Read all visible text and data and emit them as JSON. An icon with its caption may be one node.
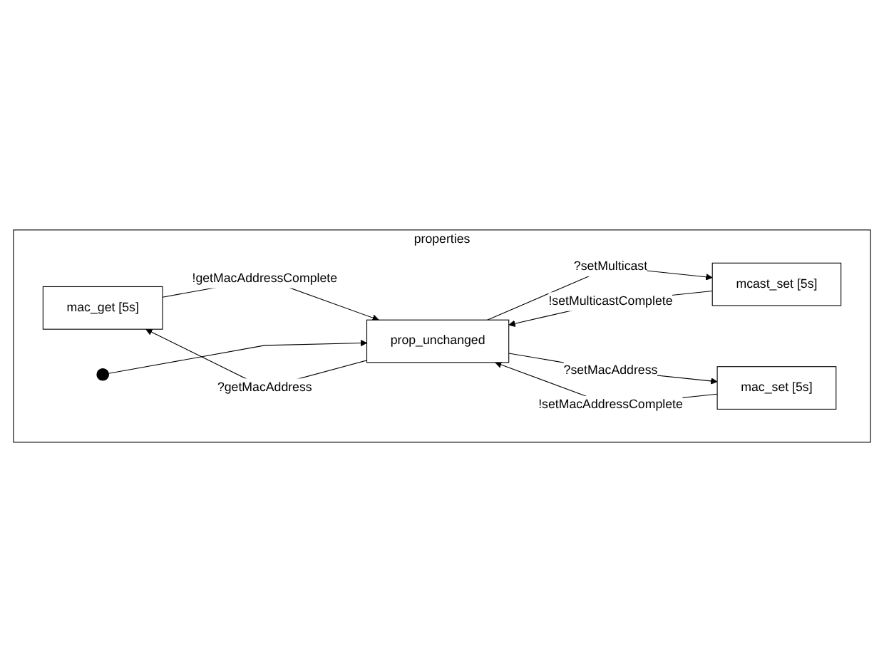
{
  "diagram": {
    "nodes": [
      {
        "text": [
          "properties"
        ]
      },
      {
        "text": [
          "mac_get [5s]"
        ],
        "in": 0
      },
      {
        "text": [
          "prop_unchanged"
        ],
        "in": 0
      },
      {
        "text": [
          "mcast_set [5s]"
        ],
        "in": 0
      },
      {
        "text": [
          "mac_set [5s]"
        ],
        "in": 0
      },
      {
        "text": [],
        "shape": "circle",
        "in": 0
      }
    ],
    "edges": [
      {
        "from": 2,
        "to": 1,
        "label": "?getMacAddress",
        "arrow": "to"
      },
      {
        "from": 1,
        "to": 2,
        "label": "!getMacAddressComplete",
        "arrow": "to"
      },
      {
        "from": 2,
        "to": 3,
        "label": "?setMulticast",
        "arrow": "to"
      },
      {
        "from": 3,
        "to": 2,
        "label": "!setMulticastComplete",
        "arrow": "to"
      },
      {
        "from": 2,
        "to": 4,
        "label": "?setMacAddress",
        "arrow": "to"
      },
      {
        "from": 4,
        "to": 2,
        "label": "!setMacAddressComplete",
        "arrow": "to"
      },
      {
        "from": 5,
        "to": 2,
        "arrow": "to"
      }
    ]
  }
}
